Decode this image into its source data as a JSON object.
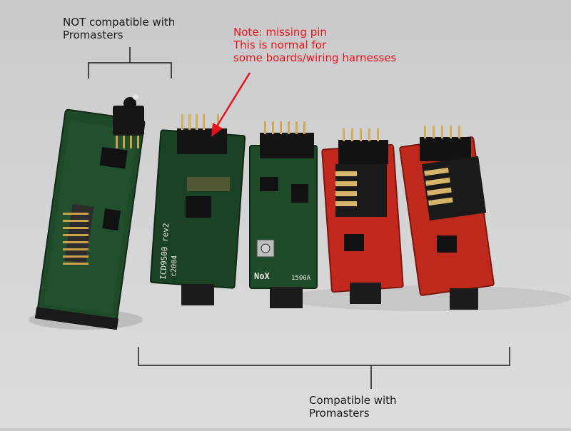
{
  "annotations": {
    "not_compatible": "NOT compatible with\nPromasters",
    "note": "Note: missing pin\nThis is normal for\nsome boards/wiring harnesses",
    "compatible": "Compatible with\nPromasters"
  },
  "boards": {
    "b2_text1": "ICD9500 rev2",
    "b2_text2": "c2004",
    "b3_text1": "NoX",
    "b3_text2": "1500A"
  },
  "colors": {
    "annotation_text": "#1a1a1a",
    "note_text": "#e8131b",
    "arrow": "#e8131b",
    "board_green": "#1f4a2a",
    "board_red": "#c2281d"
  }
}
